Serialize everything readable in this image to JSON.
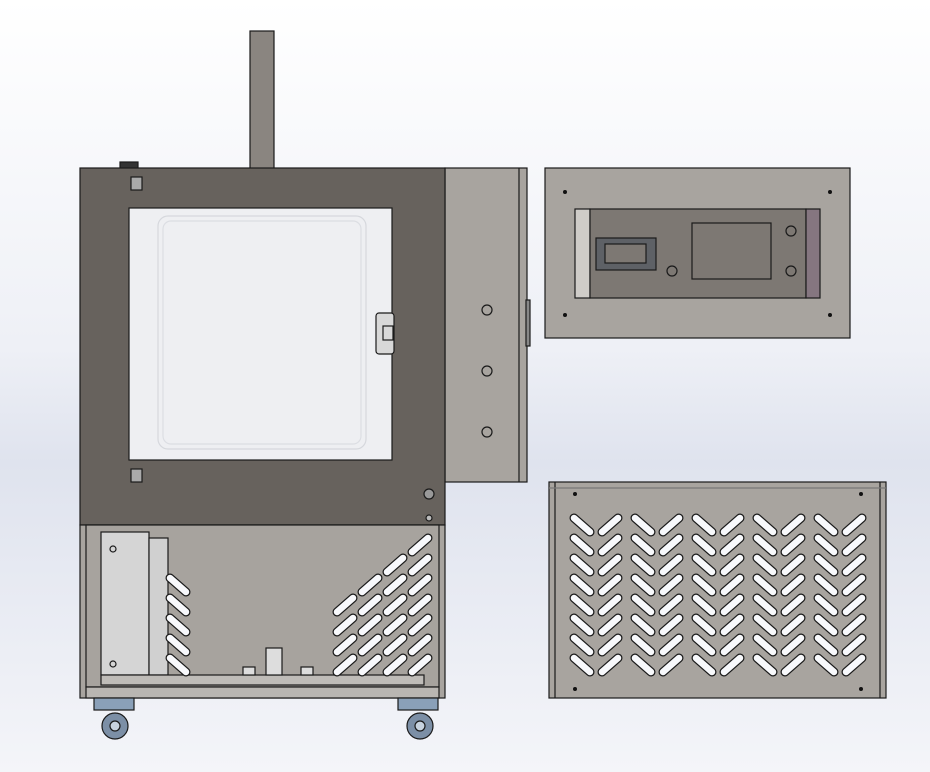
{
  "colors": {
    "oven_body": "#67625d",
    "panel_gray": "#a8a49f",
    "control_face": "#7d7873",
    "display_frame": "#5e6166",
    "side_strip": "#857680",
    "slot_fill": "#f8f9fc",
    "window": "#eeeff2",
    "outline": "#1a1a1a"
  },
  "views": [
    "front-view",
    "control-panel-view",
    "vent-panel-view"
  ]
}
